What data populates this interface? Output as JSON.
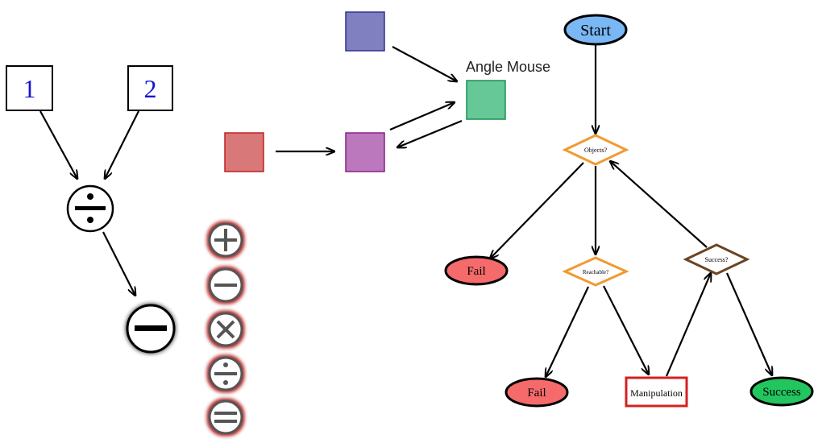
{
  "calc": {
    "input_a": "1",
    "input_b": "2",
    "divide_symbol": "÷",
    "minus_symbol": "−",
    "number_color": "#1414d0"
  },
  "palette": {
    "items": [
      "plus-icon",
      "minus-icon",
      "multiply-icon",
      "divide-icon",
      "equals-icon"
    ],
    "glow_color": "#b22222"
  },
  "blocks": {
    "angle_mouse_label": "Angle Mouse",
    "colors": {
      "blue": "#8080c0",
      "green": "#66c896",
      "red": "#d87878",
      "purple": "#bc78bc"
    }
  },
  "flowchart": {
    "start": "Start",
    "objects": "Objects?",
    "fail_1": "Fail",
    "reachable": "Reachable?",
    "success_check": "Success?",
    "fail_2": "Fail",
    "manipulation": "Manipulation",
    "success": "Success",
    "colors": {
      "start_fill": "#7ab8f5",
      "fail_fill": "#f56a6a",
      "success_fill": "#22c55e",
      "decision_orange": "#f09a30",
      "decision_brown": "#6b4420",
      "manipulation_border": "#d42020"
    }
  }
}
